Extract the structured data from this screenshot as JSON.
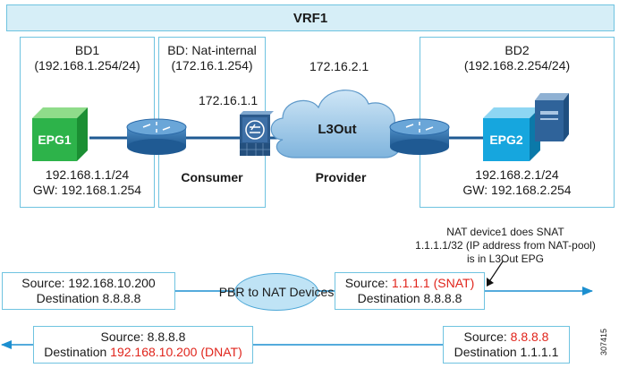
{
  "vrf": {
    "label": "VRF1"
  },
  "bd1": {
    "name": "BD1",
    "subnet": "(192.168.1.254/24)",
    "epg": "EPG1",
    "ip": "192.168.1.1/24",
    "gw": "GW: 192.168.1.254"
  },
  "bd_nat": {
    "name": "BD: Nat-internal",
    "subnet": "(172.16.1.254)",
    "device_ip": "172.16.1.1",
    "role": "Consumer"
  },
  "l3out": {
    "ip": "172.16.2.1",
    "label": "L3Out",
    "role": "Provider"
  },
  "bd2": {
    "name": "BD2",
    "subnet": "(192.168.2.254/24)",
    "epg": "EPG2",
    "ip": "192.168.2.1/24",
    "gw": "GW: 192.168.2.254"
  },
  "note": {
    "line1": "NAT device1 does SNAT",
    "line2": "1.1.1.1/32 (IP address from NAT-pool)",
    "line3": "is in L3Out EPG"
  },
  "flow_out": {
    "left_source": "Source: 192.168.10.200",
    "left_dest": "Destination 8.8.8.8",
    "pbr": "PBR to NAT Devices",
    "right_source_prefix": "Source: ",
    "right_source_value": "1.1.1.1 (SNAT)",
    "right_dest": "Destination 8.8.8.8"
  },
  "flow_back": {
    "left_source": "Source: 8.8.8.8",
    "left_dest_prefix": "Destination ",
    "left_dest_value": "192.168.10.200 (DNAT)",
    "right_source_prefix": "Source: ",
    "right_source_value": "8.8.8.8",
    "right_dest": "Destination 1.1.1.1"
  },
  "figure_id": "307415",
  "colors": {
    "accent_red": "#e0241b",
    "epg1": "#2db34a",
    "epg2": "#16a6de",
    "border": "#6fc3e0"
  }
}
